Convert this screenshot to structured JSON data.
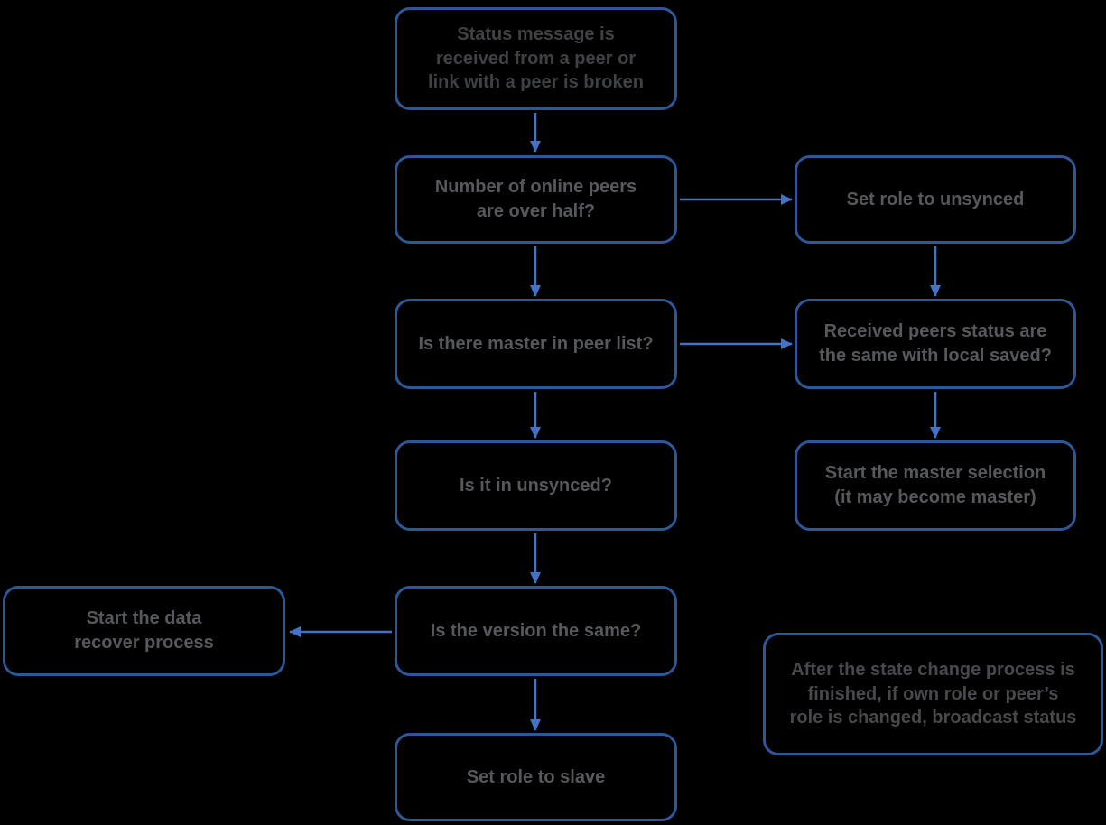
{
  "colors": {
    "background": "#000000",
    "box_border": "#2e5797",
    "arrow": "#4472c4",
    "text_primary": "#3f4144",
    "text_secondary": "#56585c",
    "text_note": "#47494d"
  },
  "nodes": {
    "status_message": "Status message is\nreceived from a peer or\nlink with a peer is broken",
    "online_peers": "Number of online peers\nare over half?",
    "set_role_unsynced": "Set role to unsynced",
    "master_in_peer_list": "Is there master in peer list?",
    "received_peers_status": "Received peers status are\nthe same with local saved?",
    "is_in_unsynced": "Is it in unsynced?",
    "master_selection": "Start the master selection\n(it may become master)",
    "data_recover": "Start the data\nrecover process",
    "version_same": "Is the version the same?",
    "set_role_slave": "Set role to slave",
    "broadcast_note": "After the state change process is\nfinished, if own role or peer’s\nrole is changed, broadcast status"
  }
}
